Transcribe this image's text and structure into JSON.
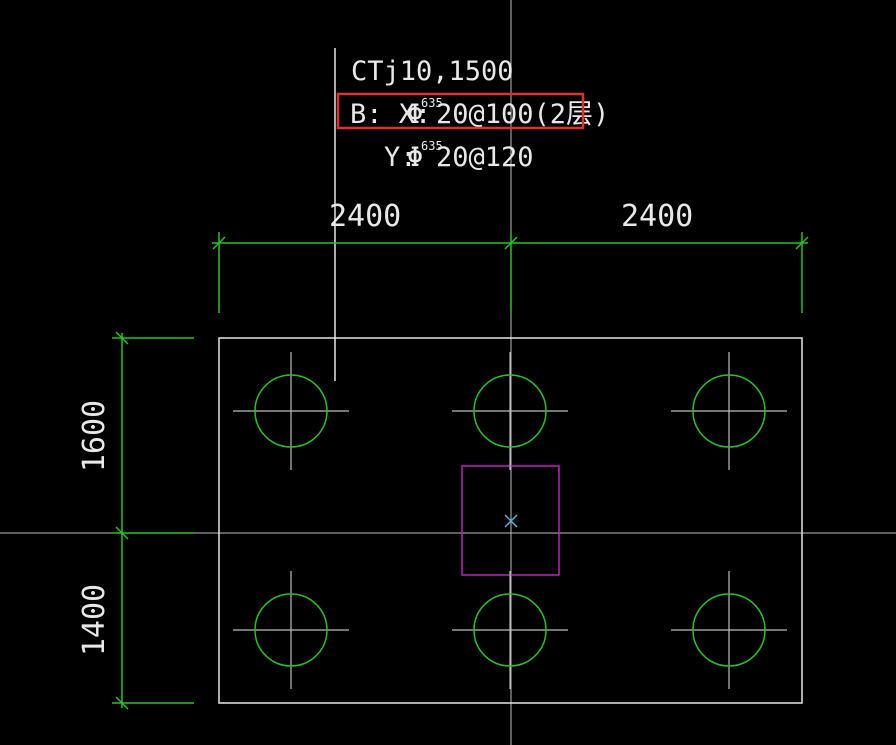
{
  "colors": {
    "background": "#000000",
    "white_lines": "#e6e6e6",
    "crosshair": "#bdbdbd",
    "dimension": "#27c227",
    "pile": "#27c227",
    "column": "#c21fc2",
    "center_mark": "#4fb7d8",
    "highlight_box": "#e0322d"
  },
  "annotation": {
    "line1": "CTj10,1500",
    "line2_prefix": "B: X:",
    "rebar_symbol": "Φ",
    "rebar_super": "635",
    "line2_spec": "20@100(2层)",
    "line3_prefix": "Y:",
    "line3_spec": "20@120"
  },
  "dimensions": {
    "top_left": "2400",
    "top_right": "2400",
    "left_upper": "1600",
    "left_lower": "1400"
  },
  "piles": [
    {
      "id": "pile-1",
      "row": 1,
      "col": 1
    },
    {
      "id": "pile-2",
      "row": 1,
      "col": 2
    },
    {
      "id": "pile-3",
      "row": 1,
      "col": 3
    },
    {
      "id": "pile-4",
      "row": 2,
      "col": 1
    },
    {
      "id": "pile-5",
      "row": 2,
      "col": 2
    },
    {
      "id": "pile-6",
      "row": 2,
      "col": 3
    }
  ],
  "icons": {
    "center_mark": "x-cross-icon",
    "pile": "pile-circle-icon"
  }
}
